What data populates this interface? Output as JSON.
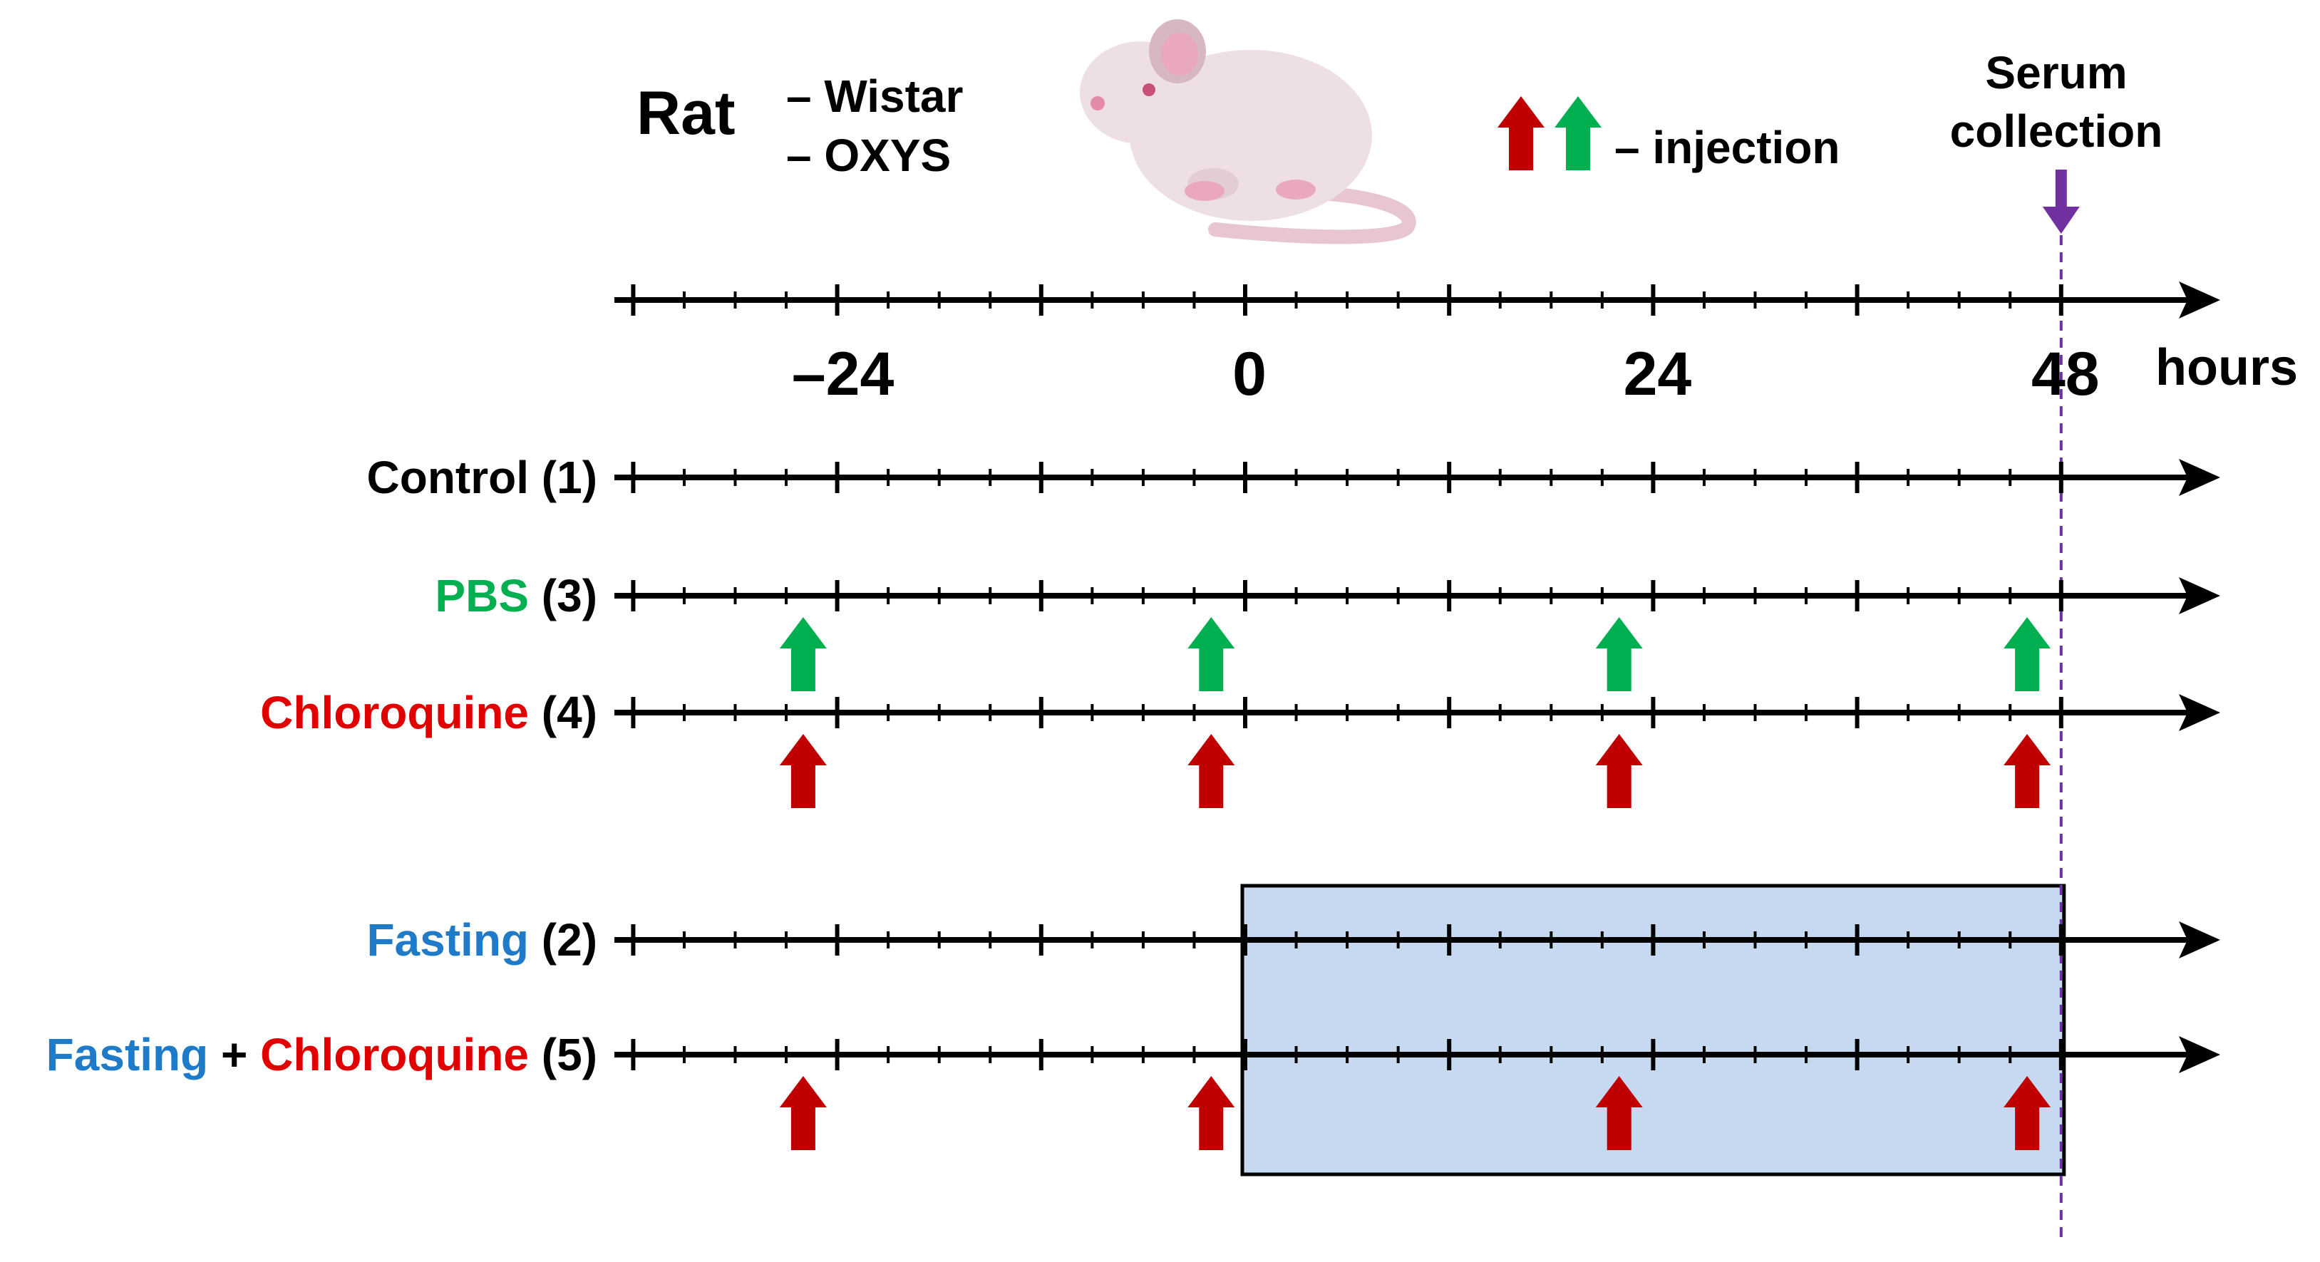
{
  "header": {
    "species": "Rat",
    "strains": [
      "– Wistar",
      "– OXYS"
    ],
    "legend_text": "– injection",
    "serum_label": [
      "Serum",
      "collection"
    ]
  },
  "axis": {
    "ticks": [
      "–24",
      "0",
      "24",
      "48"
    ],
    "unit": "hours",
    "range_hours": [
      -36,
      54
    ]
  },
  "groups": [
    {
      "parts": [
        {
          "text": "Control",
          "color": "#000000"
        },
        {
          "text": " (1)",
          "color": "#000000"
        }
      ],
      "injection": "none",
      "fasting": false
    },
    {
      "parts": [
        {
          "text": "PBS",
          "color": "#00b050"
        },
        {
          "text": " (3)",
          "color": "#000000"
        }
      ],
      "injection": "green",
      "fasting": false
    },
    {
      "parts": [
        {
          "text": "Chloroquine",
          "color": "#e00000"
        },
        {
          "text": " (4)",
          "color": "#000000"
        }
      ],
      "injection": "red",
      "fasting": false
    },
    {
      "parts": [
        {
          "text": "Fasting",
          "color": "#1f7bc8"
        },
        {
          "text": " (2)",
          "color": "#000000"
        }
      ],
      "injection": "none",
      "fasting": true
    },
    {
      "parts": [
        {
          "text": "Fasting",
          "color": "#1f7bc8"
        },
        {
          "text": " + ",
          "color": "#000000"
        },
        {
          "text": "Chloroquine",
          "color": "#e00000"
        },
        {
          "text": " (5)",
          "color": "#000000"
        }
      ],
      "injection": "red",
      "fasting": true
    }
  ],
  "injection_times_hours": [
    -26,
    -2,
    22,
    46
  ],
  "fasting_period_hours": [
    0,
    48
  ],
  "serum_collection_hours": 48,
  "colors": {
    "line": "#000000",
    "red_arrow": "#c00000",
    "green_arrow": "#00b050",
    "fasting_fill": "#c6d9f1",
    "serum_arrow": "#7030a0"
  }
}
